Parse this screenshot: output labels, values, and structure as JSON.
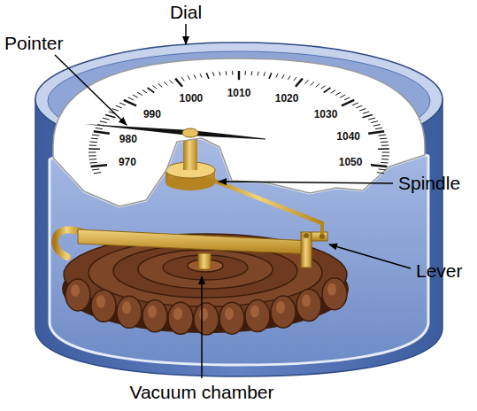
{
  "diagram": {
    "labels": [
      "Dial",
      "Pointer",
      "Spindle",
      "Lever",
      "Vacuum chamber",
      "970",
      "980",
      "990",
      "1000",
      "1010",
      "1020",
      "1030",
      "1040",
      "1050"
    ]
  }
}
